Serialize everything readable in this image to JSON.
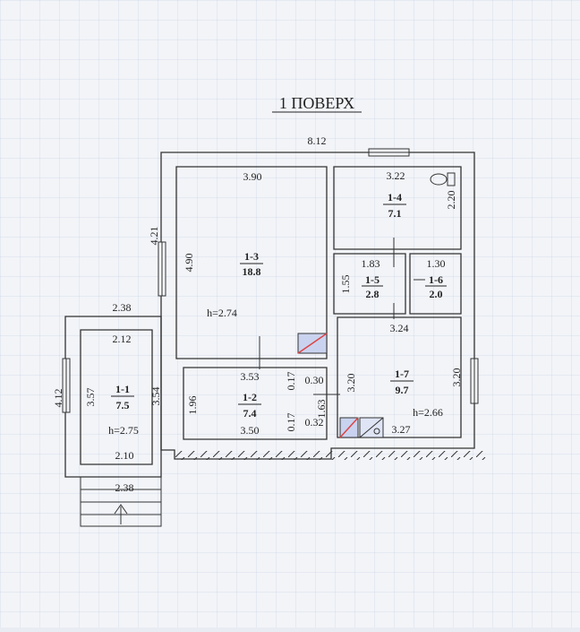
{
  "title": "1 ПОВЕРХ",
  "rooms": [
    {
      "id": "1-1",
      "area": "7.5"
    },
    {
      "id": "1-2",
      "area": "7.4"
    },
    {
      "id": "1-3",
      "area": "18.8"
    },
    {
      "id": "1-4",
      "area": "7.1"
    },
    {
      "id": "1-5",
      "area": "2.8"
    },
    {
      "id": "1-6",
      "area": "2.0"
    },
    {
      "id": "1-7",
      "area": "9.7"
    }
  ],
  "heights": {
    "main": "h=2.74",
    "porch": "h=2.75",
    "kitchen": "h=2.66"
  },
  "dimensions": {
    "total_width": "8.12",
    "room13_width": "3.90",
    "room13_depth": "4.90",
    "outer_left": "4.21",
    "room14_width": "3.22",
    "room14_depth": "2.20",
    "room15_width": "1.83",
    "room15_depth": "1.55",
    "room16_width": "1.30",
    "room17_top": "3.24",
    "room17_left": "3.20",
    "room17_right": "3.20",
    "room17_bottom": "3.27",
    "room12_top": "3.53",
    "room12_bottom": "3.50",
    "room12_left": "1.96",
    "room12_right": "1.63",
    "niche_top_w": "0.17",
    "niche_top_d": "0.30",
    "niche_bot_w": "0.17",
    "niche_bot_d": "0.32",
    "porch_outer_top": "2.38",
    "porch_inner_top": "2.12",
    "porch_outer_left": "4.12",
    "porch_inner_left": "3.57",
    "porch_inner_right": "3.54",
    "porch_inner_bottom": "2.10",
    "porch_outer_bottom": "2.38"
  }
}
